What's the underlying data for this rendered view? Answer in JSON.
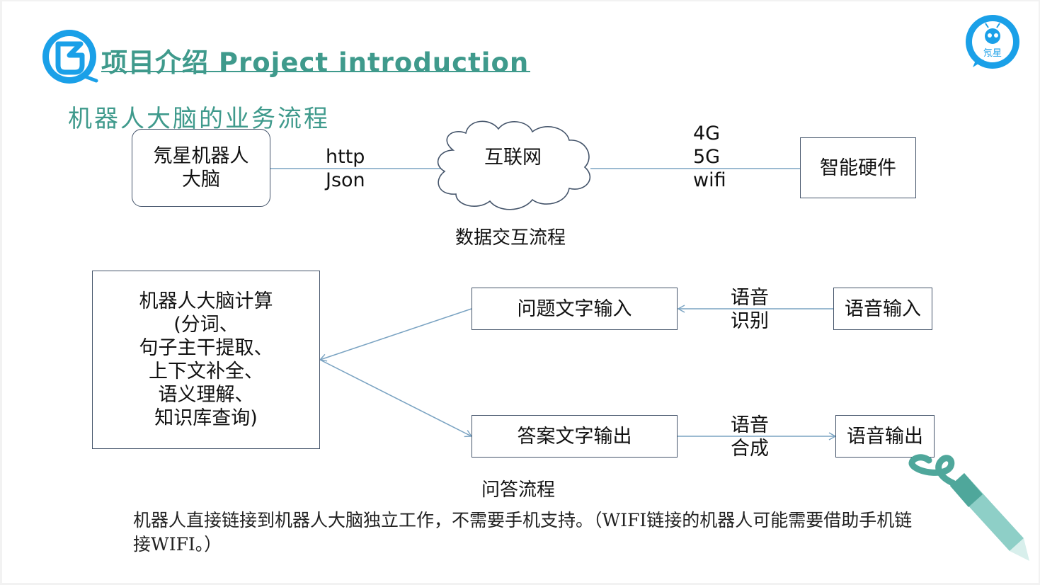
{
  "header": {
    "title": "项目介绍 Project introduction",
    "subtitle": "机器人大脑的业务流程",
    "brand_badge_text": "氖星"
  },
  "colors": {
    "accent": "#3f9a8c",
    "logo_blue": "#1aa0e8",
    "box_border": "#44546a",
    "connector": "#7aa3c2"
  },
  "data_flow": {
    "robot_brain": "氖星机器人\n大脑",
    "protocol_labels": [
      "http",
      "Json"
    ],
    "internet": "互联网",
    "network_labels": [
      "4G",
      "5G",
      "wifi"
    ],
    "smart_hardware": "智能硬件",
    "caption": "数据交互流程"
  },
  "qa_flow": {
    "brain_compute": "机器人大脑计算\n(分词、\n句子主干提取、\n上下文补全、\n语义理解、\n知识库查询)",
    "question_text_input": "问题文字输入",
    "speech_recognition": "语音\n识别",
    "voice_input": "语音输入",
    "answer_text_output": "答案文字输出",
    "speech_synthesis": "语音\n合成",
    "voice_output": "语音输出",
    "caption": "问答流程"
  },
  "footer_note": "机器人直接链接到机器人大脑独立工作，不需要手机支持。（WIFI链接的机器人可能需要借助手机链接WIFI。）"
}
